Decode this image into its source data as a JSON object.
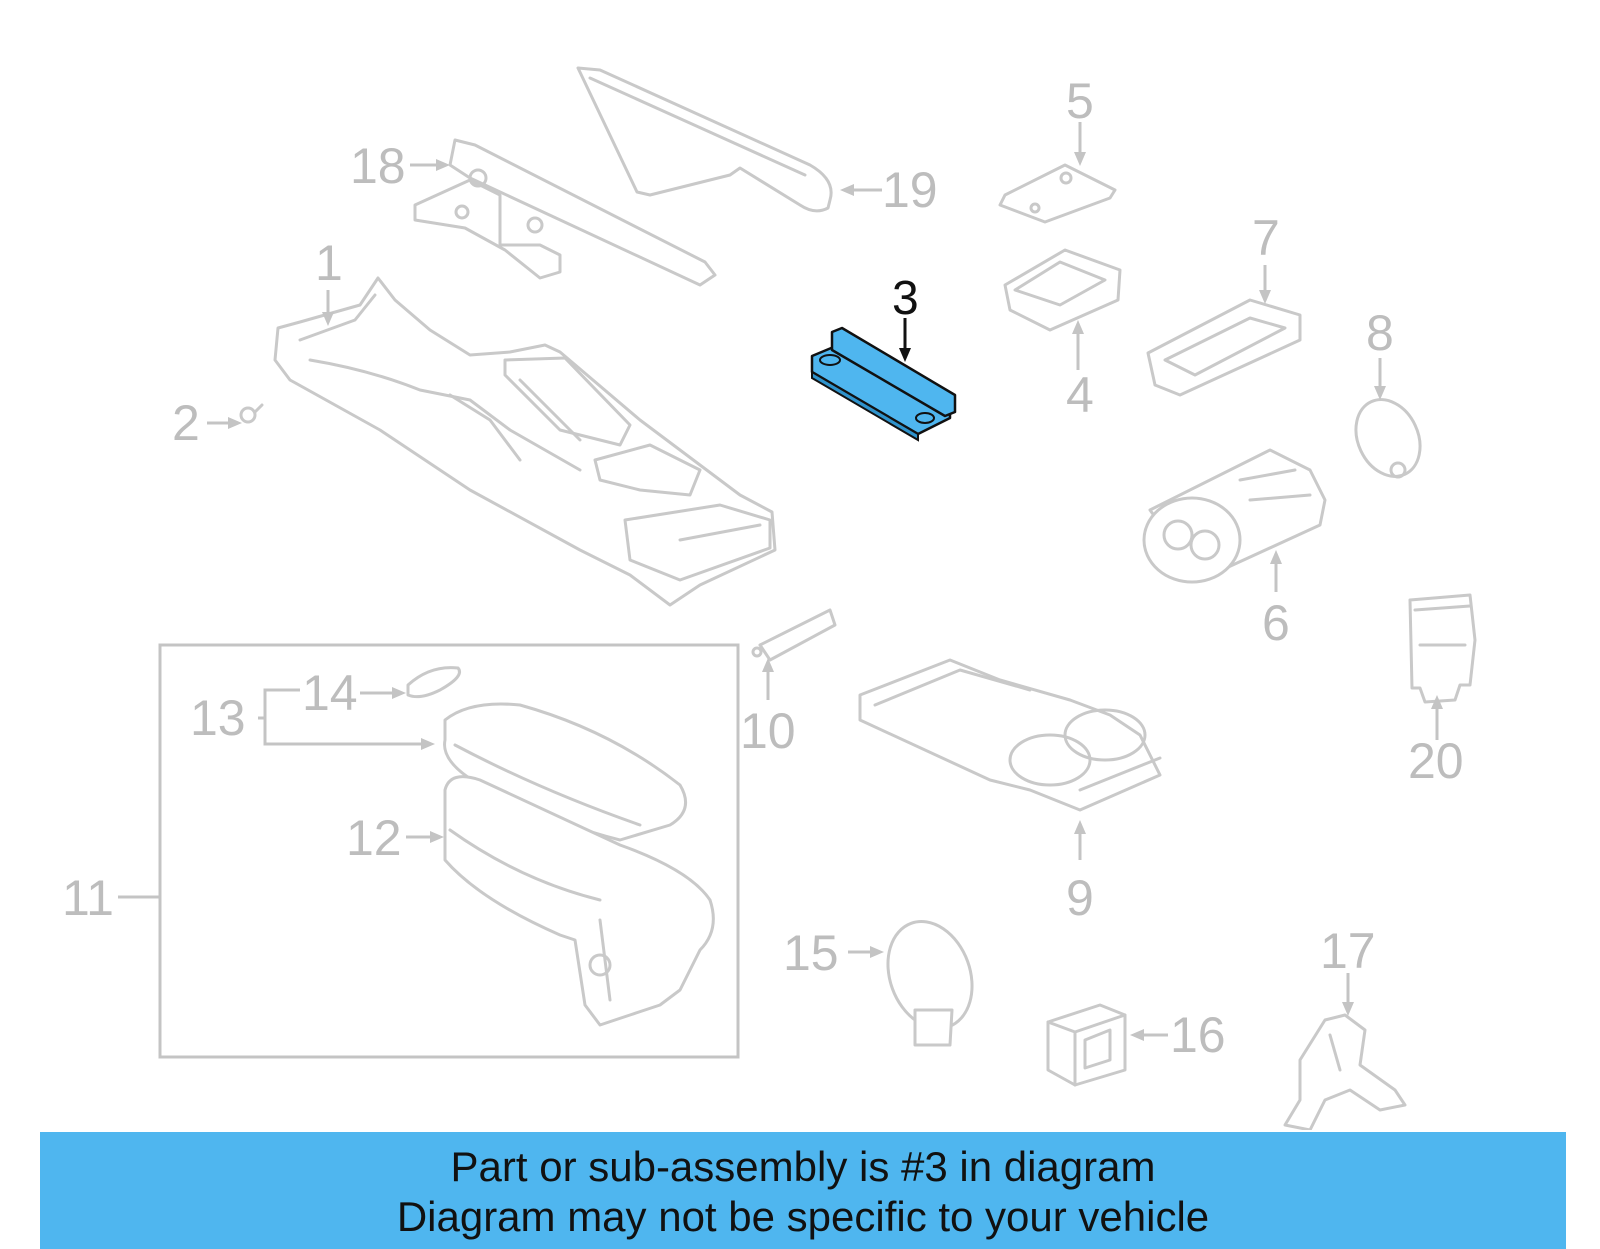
{
  "diagram": {
    "callouts": {
      "c1": "1",
      "c2": "2",
      "c3": "3",
      "c4": "4",
      "c5": "5",
      "c6": "6",
      "c7": "7",
      "c8": "8",
      "c9": "9",
      "c10": "10",
      "c11": "11",
      "c12": "12",
      "c13": "13",
      "c14": "14",
      "c15": "15",
      "c16": "16",
      "c17": "17",
      "c18": "18",
      "c19": "19",
      "c20": "20"
    },
    "highlight_part": "3",
    "colors": {
      "highlight_fill": "#4fb6ef",
      "line_gray": "#c9c9c9",
      "banner": "#4fb6ef"
    }
  },
  "footer": {
    "line1": "Part or sub-assembly is #3 in diagram",
    "line2": "Diagram may not be specific to your vehicle"
  }
}
